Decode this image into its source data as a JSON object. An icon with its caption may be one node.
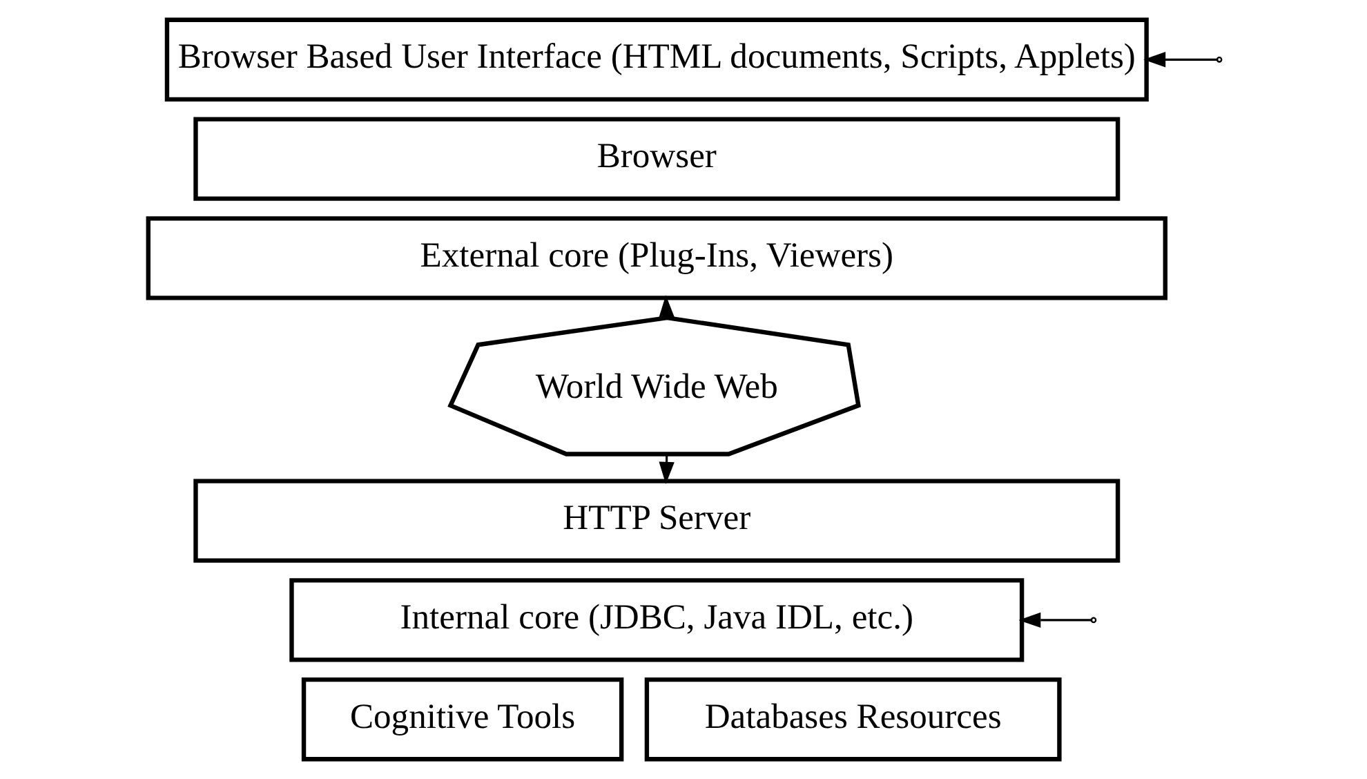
{
  "diagram": {
    "nodes": [
      {
        "text": [
          "Browser Based User Interface (HTML documents, Scripts, Applets)"
        ]
      },
      {
        "text": [
          "Browser"
        ]
      },
      {
        "text": [
          "External core (Plug-Ins, Viewers)"
        ]
      },
      {
        "text": [
          "World Wide Web"
        ]
      },
      {
        "text": [
          "HTTP Server"
        ]
      },
      {
        "text": [
          "Internal core (JDBC, Java IDL, etc.)"
        ]
      },
      {
        "text": [
          "Cognitive Tools"
        ]
      },
      {
        "text": [
          "Databases Resources"
        ]
      }
    ],
    "edges": [
      {
        "from": null,
        "to": 0,
        "arrow": "to"
      },
      {
        "from": 3,
        "to": 2,
        "arrow": "to"
      },
      {
        "from": 3,
        "to": 4,
        "arrow": "to"
      },
      {
        "from": null,
        "to": 5,
        "arrow": "to"
      }
    ]
  }
}
